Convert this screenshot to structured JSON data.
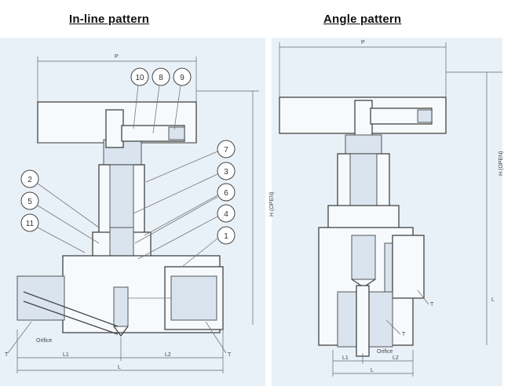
{
  "headings": {
    "left": "In-line pattern",
    "right": "Angle pattern"
  },
  "callouts": [
    "10",
    "8",
    "9",
    "7",
    "3",
    "2",
    "6",
    "5",
    "4",
    "11",
    "1"
  ],
  "labels": {
    "p": "P",
    "h": "H (OPEN)",
    "l1": "L1",
    "l2": "L2",
    "l": "L",
    "t": "T",
    "orifice": "Orifice"
  },
  "colors": {
    "panel": "#e9f1f8",
    "line": "#444444"
  }
}
